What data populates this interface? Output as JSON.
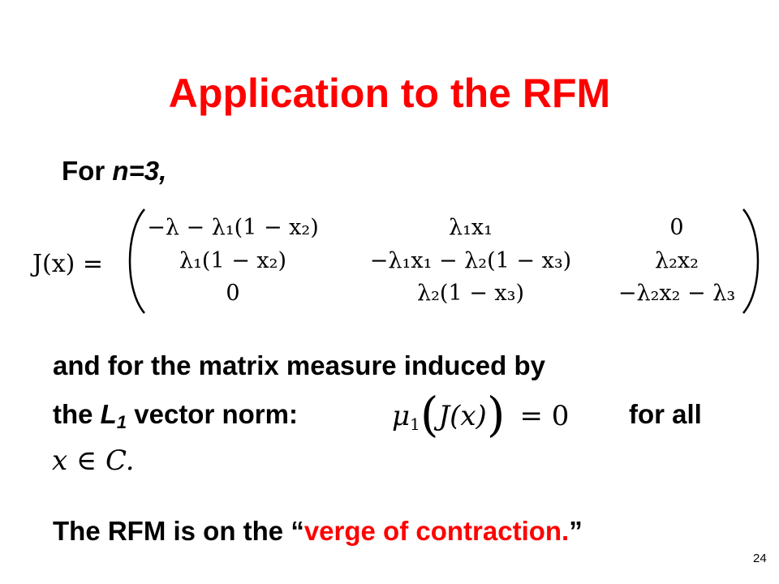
{
  "slide": {
    "title": "Application to the RFM",
    "intro_prefix": "For ",
    "intro_var": "n=3,",
    "para1": "and for the matrix measure induced by",
    "para2_prefix": "the ",
    "para2_norm": "L",
    "para2_norm_sub": "1",
    "para2_suffix": " vector norm:",
    "para2_tail": "for all",
    "para3": "x ∈ C.",
    "para4_prefix": "The RFM is on the “",
    "para4_highlight": "verge of contraction.",
    "para4_suffix": "”",
    "page_number": "24"
  },
  "equation_mu": {
    "mu": "μ",
    "mu_sub": "1",
    "arg": "J(x)",
    "rhs": "= 0"
  },
  "matrix": {
    "lhs": "J(x) =",
    "rows": [
      [
        "−λ − λ₁(1 − x₂)",
        "λ₁x₁",
        "0"
      ],
      [
        "λ₁(1 − x₂)",
        "−λ₁x₁ − λ₂(1 − x₃)",
        "λ₂x₂"
      ],
      [
        "0",
        "λ₂(1 − x₃)",
        "−λ₂x₂ − λ₃"
      ]
    ]
  },
  "colors": {
    "accent": "#ff0000",
    "text": "#000000",
    "background": "#ffffff"
  }
}
